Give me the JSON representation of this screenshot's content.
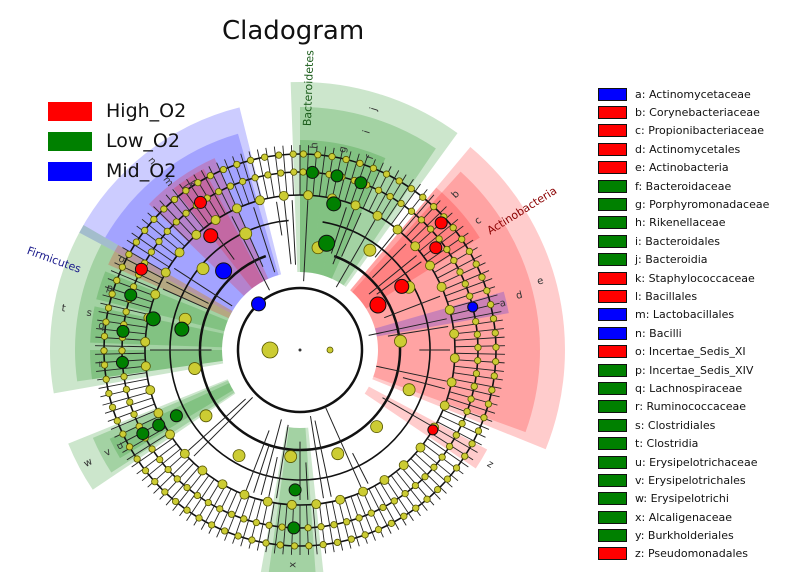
{
  "title": "Cladogram",
  "colors": {
    "high": "#ff0000",
    "low": "#008000",
    "mid": "#0000ff",
    "node": "#cccc33",
    "node_edge": "#555500"
  },
  "groups": [
    {
      "label": "High_O2",
      "color": "#ff0000"
    },
    {
      "label": "Low_O2",
      "color": "#008000"
    },
    {
      "label": "Mid_O2",
      "color": "#0000ff"
    }
  ],
  "clade_labels": [
    {
      "text": "Bacteroidetes",
      "color": "#1a5c1a"
    },
    {
      "text": "Actinobacteria",
      "color": "#8b0000"
    },
    {
      "text": "Firmicutes",
      "color": "#1a1a8b"
    }
  ],
  "taxa": [
    {
      "letter": "a",
      "label": "a: Actinomycetaceae",
      "group": "mid"
    },
    {
      "letter": "b",
      "label": "b: Corynebacteriaceae",
      "group": "high"
    },
    {
      "letter": "c",
      "label": "c: Propionibacteriaceae",
      "group": "high"
    },
    {
      "letter": "d",
      "label": "d: Actinomycetales",
      "group": "high"
    },
    {
      "letter": "e",
      "label": "e: Actinobacteria",
      "group": "high"
    },
    {
      "letter": "f",
      "label": "f: Bacteroidaceae",
      "group": "low"
    },
    {
      "letter": "g",
      "label": "g: Porphyromonadaceae",
      "group": "low"
    },
    {
      "letter": "h",
      "label": "h: Rikenellaceae",
      "group": "low"
    },
    {
      "letter": "i",
      "label": "i: Bacteroidales",
      "group": "low"
    },
    {
      "letter": "j",
      "label": "j: Bacteroidia",
      "group": "low"
    },
    {
      "letter": "k",
      "label": "k: Staphylococcaceae",
      "group": "high"
    },
    {
      "letter": "l",
      "label": "l: Bacillales",
      "group": "high"
    },
    {
      "letter": "m",
      "label": "m: Lactobacillales",
      "group": "mid"
    },
    {
      "letter": "n",
      "label": "n: Bacilli",
      "group": "mid"
    },
    {
      "letter": "o",
      "label": "o: Incertae_Sedis_XI",
      "group": "high"
    },
    {
      "letter": "p",
      "label": "p: Incertae_Sedis_XIV",
      "group": "low"
    },
    {
      "letter": "q",
      "label": "q: Lachnospiraceae",
      "group": "low"
    },
    {
      "letter": "r",
      "label": "r: Ruminococcaceae",
      "group": "low"
    },
    {
      "letter": "s",
      "label": "s: Clostridiales",
      "group": "low"
    },
    {
      "letter": "t",
      "label": "t: Clostridia",
      "group": "low"
    },
    {
      "letter": "u",
      "label": "u: Erysipelotrichaceae",
      "group": "low"
    },
    {
      "letter": "v",
      "label": "v: Erysipelotrichales",
      "group": "low"
    },
    {
      "letter": "w",
      "label": "w: Erysipelotrichi",
      "group": "low"
    },
    {
      "letter": "x",
      "label": "x: Alcaligenaceae",
      "group": "low"
    },
    {
      "letter": "y",
      "label": "y: Burkholderiales",
      "group": "low"
    },
    {
      "letter": "z",
      "label": "z: Pseudomonadales",
      "group": "high"
    }
  ]
}
